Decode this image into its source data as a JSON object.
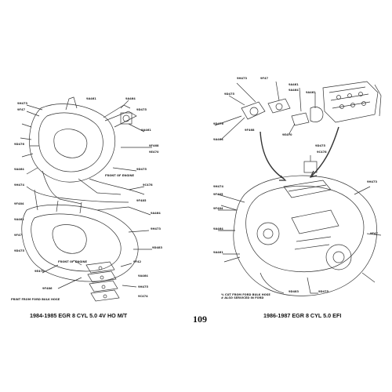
{
  "page_number": "109",
  "left_diagram": {
    "caption": "1984-1985 EGR 8 CYL 5.0 4V HO M/T",
    "callouts": [
      "9H473",
      "9F47",
      "9A461",
      "9A464",
      "9D475",
      "9A461",
      "9D476",
      "9F468",
      "9E470",
      "9A464",
      "9D475",
      "9C478",
      "9H474",
      "9F485",
      "9F484",
      "9A464",
      "9A461",
      "9H473",
      "9F47",
      "9D483",
      "9D475",
      "9F42",
      "9E470",
      "9A464",
      "9H475",
      "9F486",
      "9C474"
    ],
    "notes": [
      "FRONT OF ENGINE",
      "FRONT OF ENGINE",
      "PRINT FROM FORD BULK HOSE"
    ]
  },
  "right_diagram": {
    "caption": "1986-1987 EGR 8 CYL 5.0 EFI",
    "callouts": [
      "9H473",
      "9F47",
      "9A461",
      "9A464",
      "9D475",
      "9A461",
      "9D476",
      "9F468",
      "9E470",
      "9A464",
      "9D475",
      "9C478",
      "9H474",
      "9F485",
      "9F484",
      "9A464",
      "9A461",
      "9H473",
      "9F47",
      "9D483",
      "9D475"
    ],
    "notes": [
      "% CUT FROM FORD BULK HOSE\n# ALSO SERVICED IN FORD"
    ]
  }
}
